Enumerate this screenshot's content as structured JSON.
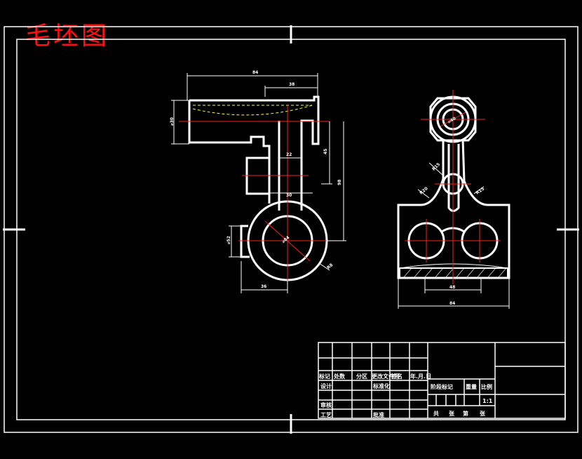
{
  "title": "毛坯图",
  "colors": {
    "background": "#000000",
    "lines": "#ffffff",
    "centerlines": "#ff2020",
    "title": "#ff1010"
  },
  "dimensions": {
    "front_total_width": "84",
    "front_top_step": "38",
    "front_left_height": "⌀30",
    "front_vertical_1": "45",
    "front_vertical_2": "98",
    "front_mid_width_1": "22",
    "front_mid_width_2": "30",
    "front_boss_dia": "⌀52",
    "front_bore": "⌀84",
    "front_bottom_width": "36",
    "front_corner_radius": "R8",
    "side_top_bore": "⌀40",
    "side_mid_bore": "R15",
    "side_left_radius": "R20",
    "side_right_radius": "R15",
    "side_inner_width": "48",
    "side_total_width": "84"
  },
  "title_block": {
    "row1": [
      "标记",
      "处数",
      "分区",
      "更改文件号",
      "签名",
      "年.月.日"
    ],
    "design": "设计",
    "standardization": "标准化",
    "review": "审核",
    "process": "工艺",
    "approve": "批准",
    "stage_mark": "阶段标记",
    "weight": "重量",
    "scale_label": "比例",
    "scale": "1:1",
    "sheets_total": "共",
    "sheets_label": "张",
    "sheet_no": "第",
    "sheet_label": "张"
  }
}
